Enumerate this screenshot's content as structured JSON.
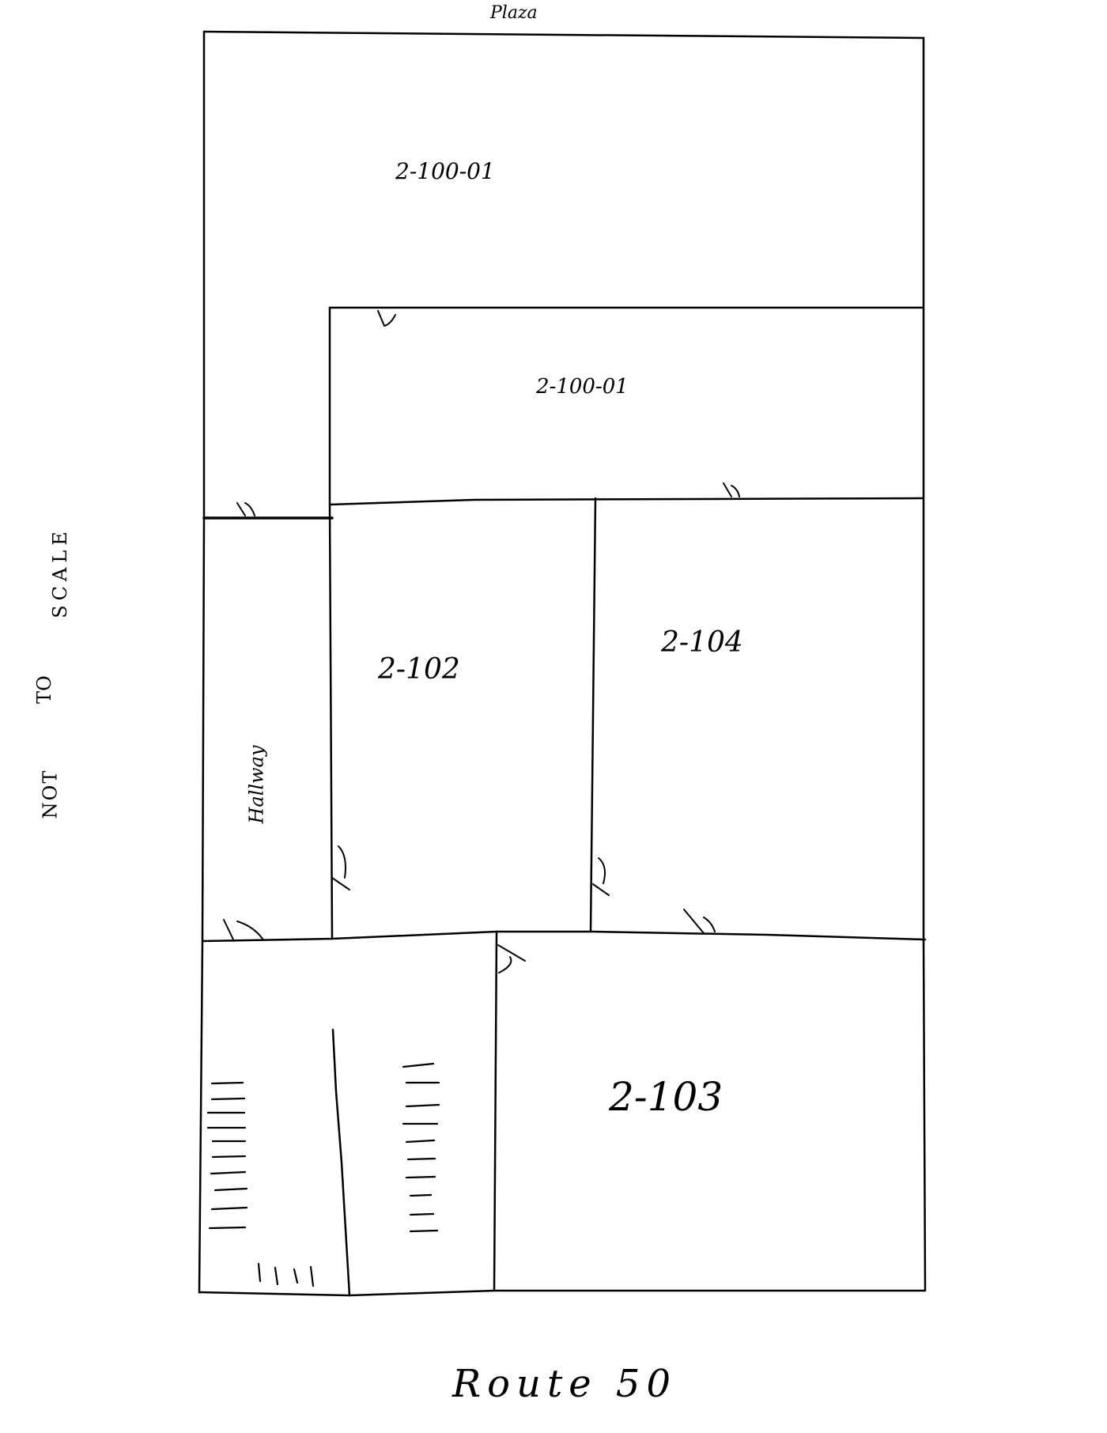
{
  "diagram": {
    "type": "floor-plan",
    "top_label": "Plaza",
    "bottom_label": "Route 50",
    "side_note": [
      "NOT",
      "TO",
      "SCALE"
    ],
    "rooms": [
      {
        "id": "room-upper-l",
        "label": "2-100-01",
        "region": "top L-shaped area"
      },
      {
        "id": "room-upper-inner",
        "label": "2-100-01",
        "region": "inner rectangle below top"
      },
      {
        "id": "room-hallway",
        "label": "Hallway",
        "region": "narrow left corridor"
      },
      {
        "id": "room-2-102",
        "label": "2-102",
        "region": "middle-left room"
      },
      {
        "id": "room-2-104",
        "label": "2-104",
        "region": "middle-right room"
      },
      {
        "id": "room-stairs",
        "label": "",
        "region": "bottom-left stairwell"
      },
      {
        "id": "room-2-103",
        "label": "2-103",
        "region": "bottom-right room"
      }
    ],
    "stroke_color": "#000000",
    "background_color": "#ffffff"
  }
}
